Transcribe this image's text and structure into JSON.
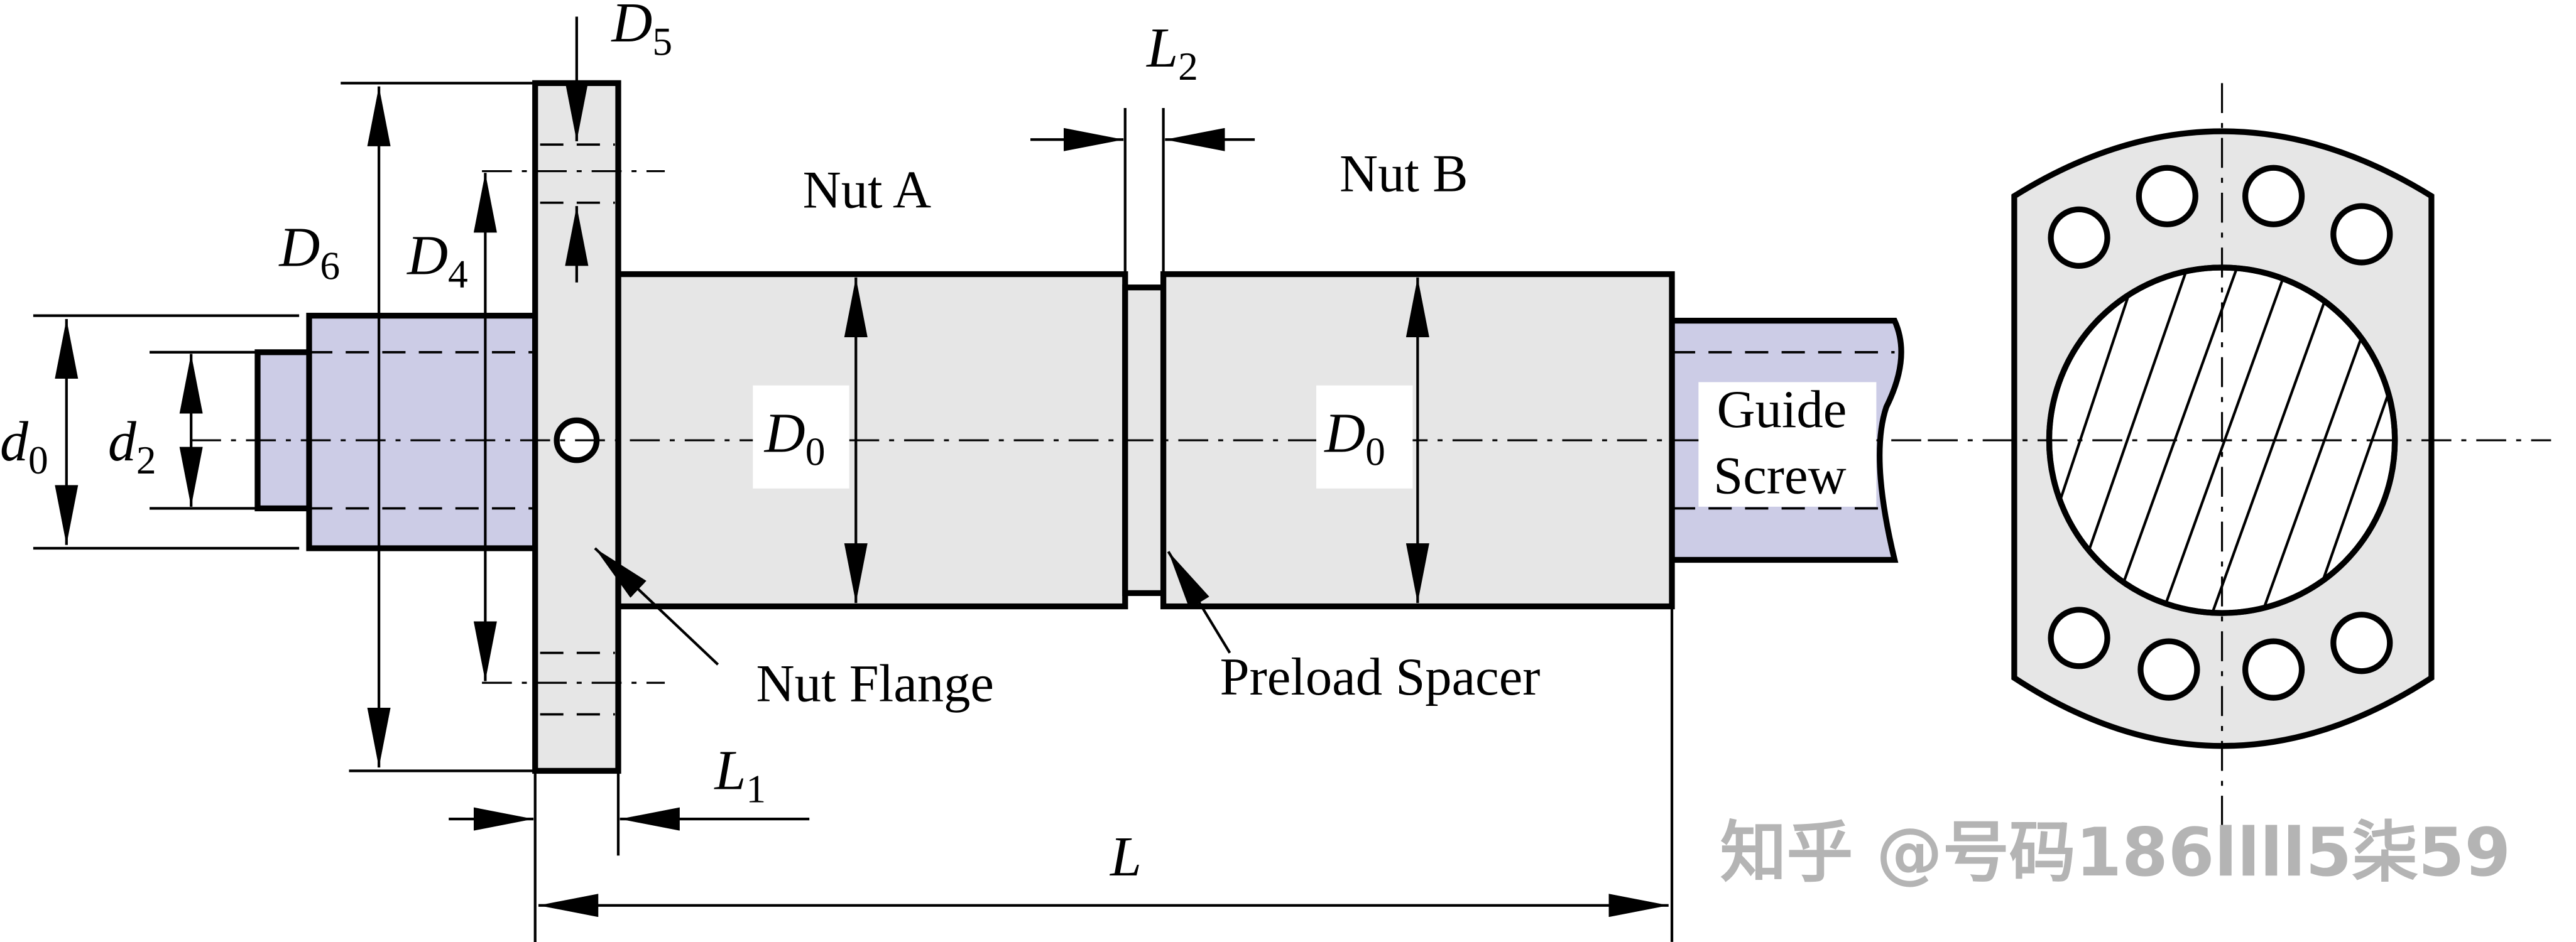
{
  "colors": {
    "nut_fill": "#e6e6e6",
    "screw_fill": "#ccccE6",
    "line": "#000000",
    "watermark": "#b4b4b4"
  },
  "labels": {
    "d0": {
      "base": "d",
      "sub": "0"
    },
    "d2": {
      "base": "d",
      "sub": "2"
    },
    "D6": {
      "base": "D",
      "sub": "6"
    },
    "D4": {
      "base": "D",
      "sub": "4"
    },
    "D5": {
      "base": "D",
      "sub": "5"
    },
    "D0a": {
      "base": "D",
      "sub": "0"
    },
    "D0b": {
      "base": "D",
      "sub": "0"
    },
    "L1": {
      "base": "L",
      "sub": "1"
    },
    "L2": {
      "base": "L",
      "sub": "2"
    },
    "L": {
      "base": "L"
    },
    "nut_a": "Nut A",
    "nut_b": "Nut B",
    "nut_flange": "Nut Flange",
    "preload_spacer": "Preload Spacer",
    "guide_screw": [
      "Guide",
      "Screw"
    ]
  },
  "watermark": "知乎 @号码186llll5柒59"
}
